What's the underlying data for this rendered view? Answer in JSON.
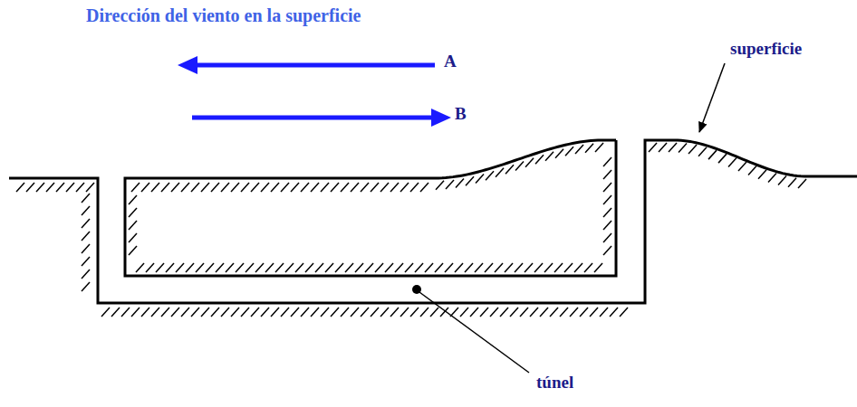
{
  "diagram": {
    "title": "Dirección del viento en la superficie",
    "labels": [
      "A",
      "B",
      "superficie",
      "túnel"
    ]
  }
}
